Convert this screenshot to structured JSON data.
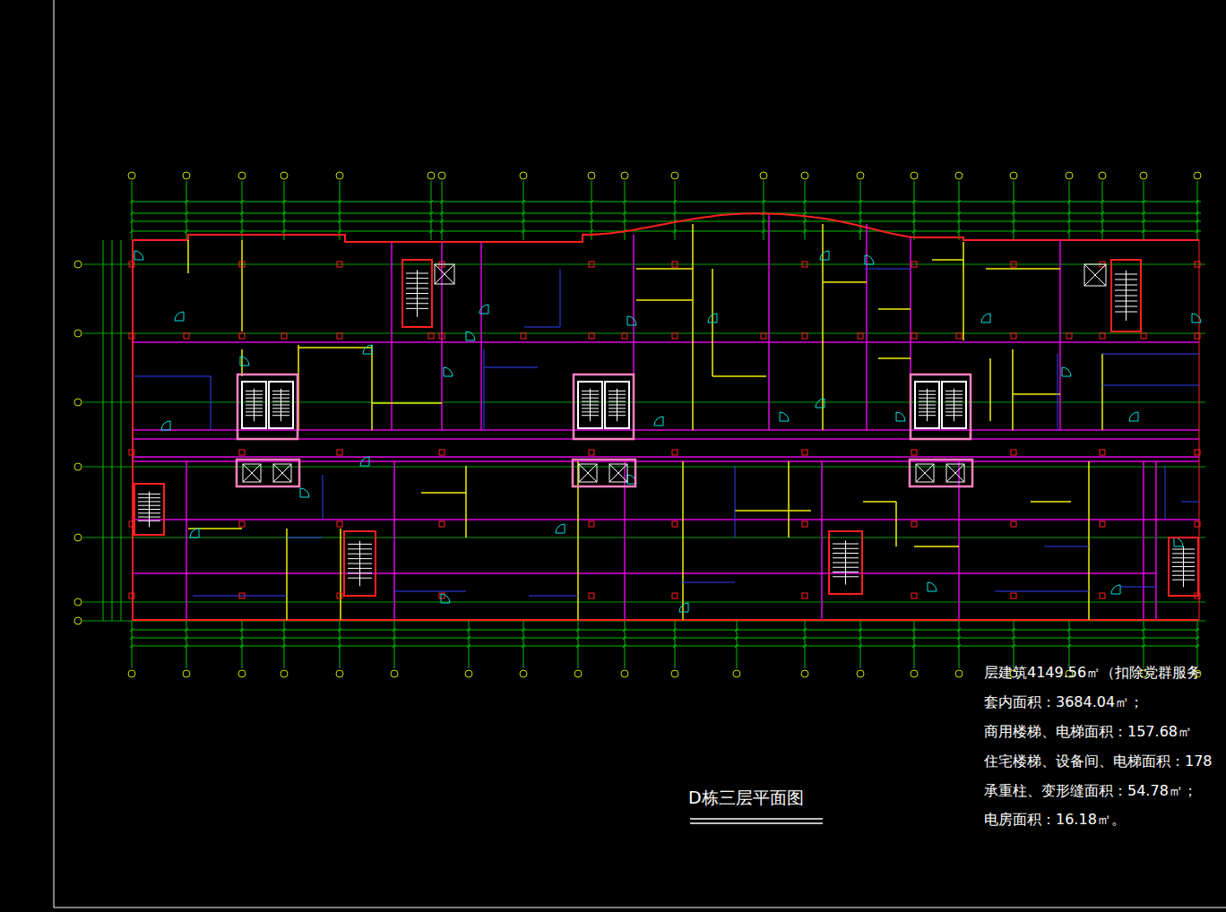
{
  "diagram": {
    "title": "D栋三层平面图",
    "labels": [
      "层建筑4149.56㎡（扣除党群服务",
      "套内面积：3684.04㎡；",
      "商用楼梯、电梯面积：157.68㎡",
      "住宅楼梯、设备间、电梯面积：178",
      "承重柱、变形缝面积：54.78㎡；",
      "电房面积：16.18㎡。"
    ]
  }
}
